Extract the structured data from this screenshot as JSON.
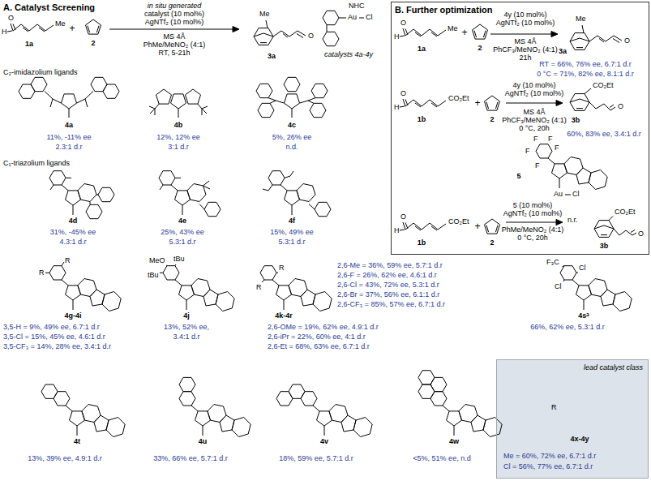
{
  "diagram": {
    "nodes": [
      {
        "text": [
          "B. Further optimization"
        ]
      },
      {
        "text": [
          "lead catalyst class",
          "Me = 60%, 72% ee, 6.7:1 d.r",
          "Cl = 56%, 77% ee, 6.7:1 d.r"
        ]
      }
    ],
    "labels": [
      "A. Catalyst Screening",
      "O",
      "H",
      "Me",
      "1a",
      "+",
      "2",
      "in situ generated",
      "catalyst (10 mol%)",
      "AgNTf₂ (10 mol%)",
      "MS 4Å",
      "PhMe/MeNO₂ (4:1)",
      "RT, 5-21h",
      "Me",
      "O",
      "3a",
      "NHC",
      "Au",
      "Cl",
      "catalysts 4a-4y",
      "C₂-imidazolium ligands",
      "4a",
      "11%, -11% ee",
      "2.3:1 d.r",
      "4b",
      "12%, 12% ee",
      "3:1 d.r",
      "4c",
      "5%, 26% ee",
      "n.d.",
      "C₁-triazolium ligands",
      "4d",
      "31%, -45% ee",
      "4.3:1 d.r",
      "4e",
      "25%, 43% ee",
      "5.3:1 d.r",
      "4f",
      "15%, 49% ee",
      "5.3:1 d.r",
      "R",
      "R",
      "4g-4i",
      "3,5-H = 9%, 49% ee, 6.7:1 d.r",
      "3,5-Cl = 15%, 45% ee, 4.6:1 d.r",
      "3,5-CF₃ = 14%, 28% ee, 3.4:1 d.r",
      "tBu",
      "MeO",
      "tBu",
      "4j",
      "13%, 52% ee,",
      "3.4:1 d.r",
      "R",
      "R",
      "4k-4r",
      "2,6-Me = 36%, 59% ee, 5.7:1 d.r",
      "2,6-F = 26%, 62% ee, 4.6:1 d.r",
      "2,6-Cl = 43%, 72% ee, 5.3:1 d.r",
      "2,6-Br = 37%, 56% ee, 6.1:1 d.r",
      "2,6-CF₃ = 85%, 57% ee, 6.7:1 d.r",
      "2,6-OMe = 19%, 62% ee, 4.9:1 d.r",
      "2,6-iPr = 22%, 60% ee, 4:1 d.r",
      "2,6-Et = 68%, 63% ee, 6.7:1 d.r",
      "F₃C",
      "Cl",
      "Cl",
      "4sᵃ",
      "66%, 62% ee, 5.3:1 d.r",
      "4t",
      "13%, 39% ee, 4.9:1 d.r",
      "4u",
      "33%, 66% ee, 5.7:1 d.r",
      "4v",
      "18%, 59% ee, 5.7:1 d.r",
      "4w",
      "<5%, 51% ee, n.d",
      "R",
      "4x-4y",
      "O",
      "H",
      "Me",
      "1a",
      "+",
      "2",
      "4y (10 mol%)",
      "AgNTf₂ (10 mol%)",
      "MS 4Å",
      "PhCF₃/MeNO₂ (4:1)",
      "21h",
      "Me",
      "O",
      "3a",
      "RT = 66%, 76% ee, 6.7:1 d.r",
      "0 °C = 71%, 82% ee, 8.1:1 d.r",
      "O",
      "H",
      "CO₂Et",
      "1b",
      "+",
      "2",
      "4y (10 mol%)",
      "AgNTf₂ (10 mol%)",
      "MS 4Å",
      "PhCF₃/MeNO₂ (4:1)",
      "0 °C, 20h",
      "CO₂Et",
      "O",
      "3b",
      "60%, 83% ee, 3.4:1 d.r",
      "F",
      "F",
      "F",
      "F",
      "F",
      "Au",
      "Cl",
      "5",
      "O",
      "H",
      "CO₂Et",
      "1b",
      "+",
      "2",
      "5 (10 mol%)",
      "AgNTf₂ (10 mol%)",
      "PhMe/MeNO₂ (4:1)",
      "0 °C, 20h",
      "n.r.",
      "CO₂Et",
      "O",
      "3b"
    ]
  }
}
